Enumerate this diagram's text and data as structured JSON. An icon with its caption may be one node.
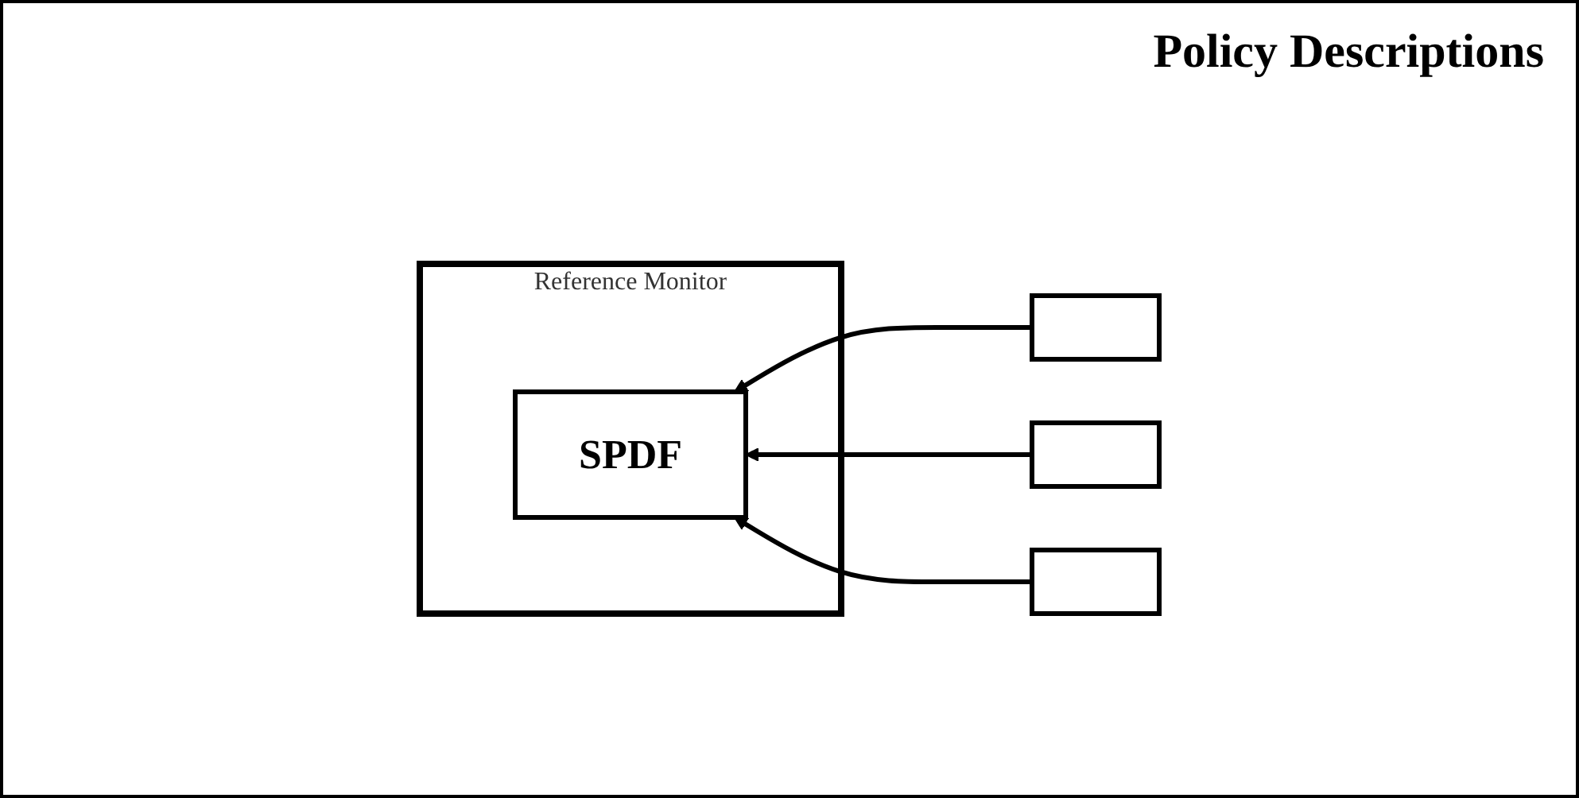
{
  "diagram": {
    "nodes": [
      {
        "text": [
          "Reference Monitor"
        ]
      },
      {
        "text": [
          "SPDF"
        ],
        "in": 0
      },
      {
        "text": [],
        "shape": "box"
      },
      {
        "text": [],
        "shape": "box"
      },
      {
        "text": [],
        "shape": "box"
      }
    ],
    "edges": [
      {
        "from": 2,
        "to": 1,
        "arrow": "to"
      },
      {
        "from": 3,
        "to": 1,
        "arrow": "to"
      },
      {
        "from": 4,
        "to": 1,
        "arrow": "to"
      }
    ],
    "labels": [
      "Policy Descriptions"
    ]
  }
}
